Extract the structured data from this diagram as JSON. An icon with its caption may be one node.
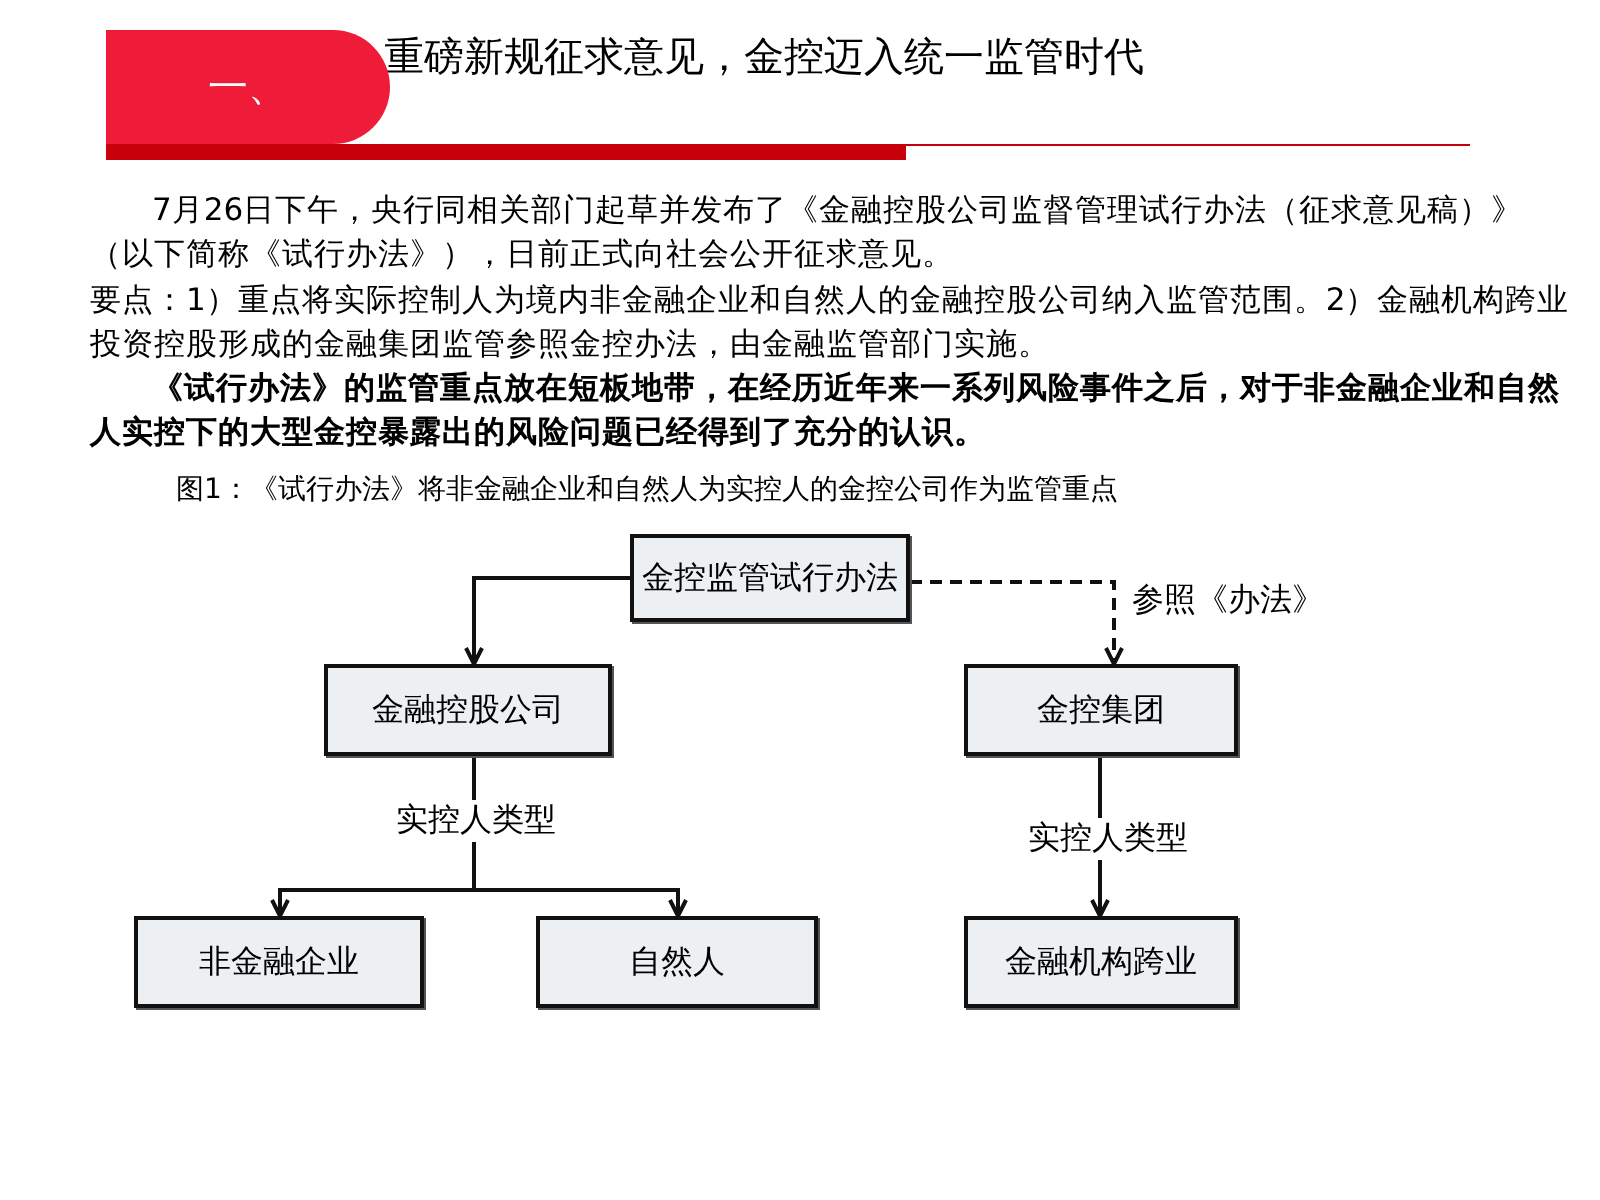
{
  "diagram": {
    "title": "重磅新规征求意见，金控迈入统一监管时代",
    "caption": "图1：《试行办法》将非金融企业和自然人为实控人的金控公司作为监管重点",
    "nodes": [
      {
        "text": [
          "一、"
        ]
      },
      {
        "text": [
          "金控监管试行办法"
        ]
      },
      {
        "text": [
          "金融控股公司"
        ]
      },
      {
        "text": [
          "金控集团"
        ]
      },
      {
        "text": [
          "非金融企业"
        ]
      },
      {
        "text": [
          "自然人"
        ]
      },
      {
        "text": [
          "金融机构跨业"
        ]
      }
    ],
    "edges": [
      {
        "from": 1,
        "to": 2,
        "arrow": "to"
      },
      {
        "from": 1,
        "to": 3,
        "arrow": "to",
        "style": "dashed",
        "label": "参照《办法》"
      },
      {
        "from": 2,
        "to": 4,
        "arrow": "to",
        "label": "实控人类型"
      },
      {
        "from": 2,
        "to": 5,
        "arrow": "to"
      },
      {
        "from": 3,
        "to": 6,
        "arrow": "to",
        "label": "实控人类型"
      }
    ],
    "labels": [
      "7月26日下午，央行同相关部门起草并发布了《金融控股公司监督管理试行办法（征求意见稿）》（以下简称《试行办法》），日前正式向社会公开征求意见。",
      "要点：1）重点将实际控制人为境内非金融企业和自然人的金融控股公司纳入监管范围。2）金融机构跨业投资控股形成的金融集团监管参照金控办法，由金融监管部门实施。",
      "《试行办法》的监管重点放在短板地带，在经历近年来一系列风险事件之后，对于非金融企业和自然人实控下的大型金控暴露出的风险问题已经得到了充分的认识。"
    ]
  }
}
